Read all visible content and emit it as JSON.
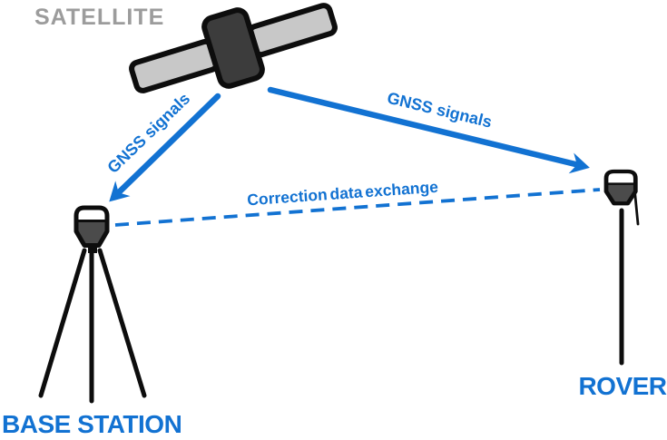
{
  "diagram": {
    "labels": {
      "satellite": "SATELLITE",
      "base_station": "BASE STATION",
      "rover": "ROVER"
    },
    "annotations": {
      "gnss_signals_left": "GNSS signals",
      "gnss_signals_right": "GNSS signals",
      "correction_link": "Correction data exchange"
    },
    "icons": {
      "satellite": "satellite-icon",
      "base_station": "tripod-receiver-icon",
      "rover": "pole-receiver-icon",
      "arrows": "arrow-icon"
    },
    "colors": {
      "accent_blue": "#1272d2",
      "satellite_label_gray": "#9c9c9c",
      "outline_black": "#0d0d0d",
      "solar_panel_gray": "#c8c8c8",
      "satellite_body_dark": "#3c3c3c",
      "receiver_dark": "#4b4b4b",
      "background": "#ffffff"
    }
  }
}
